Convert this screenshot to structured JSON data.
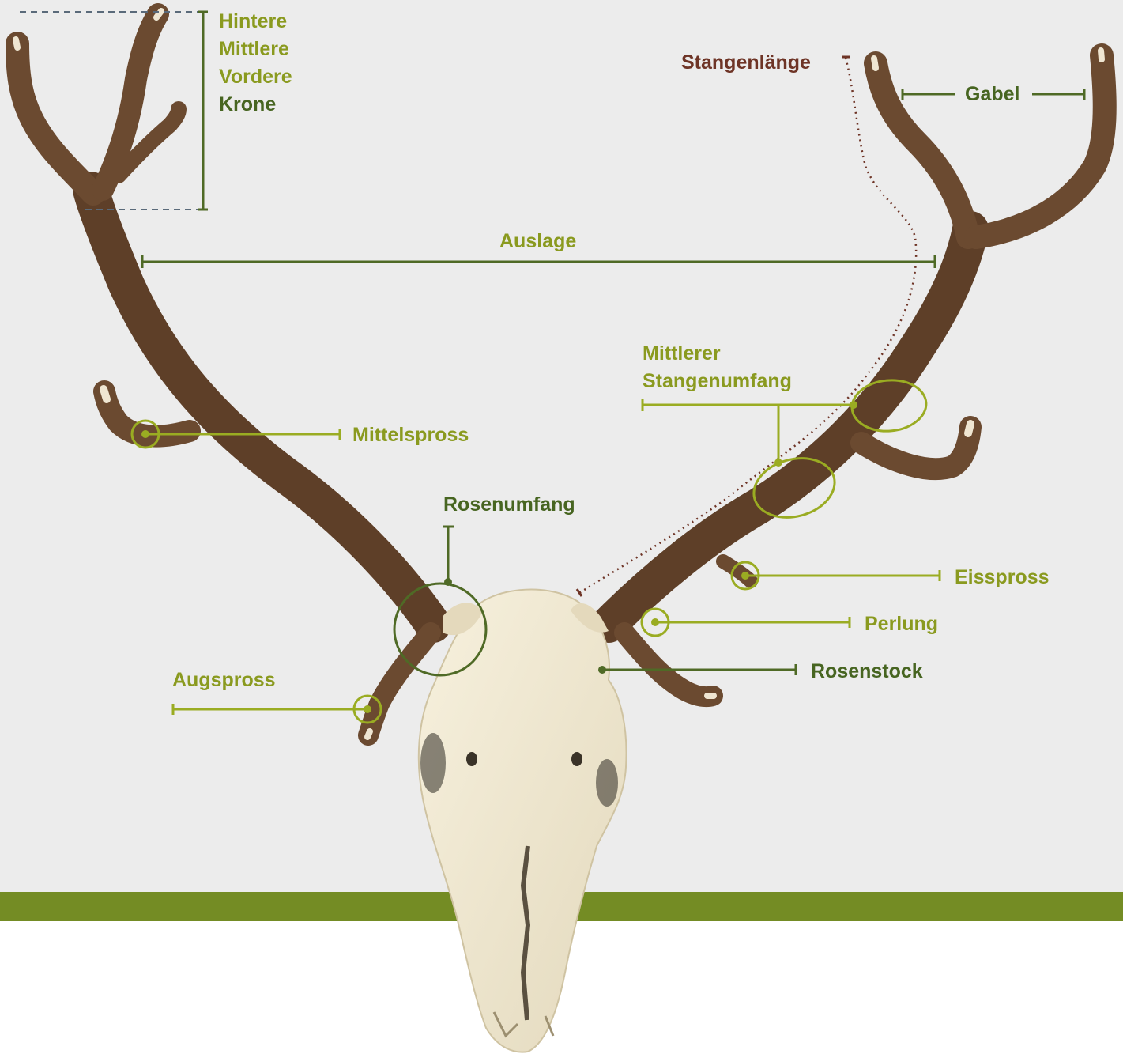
{
  "colors": {
    "background": "#ececec",
    "band": "#748c24",
    "olive": "#9aac22",
    "dark_green": "#4f6a26",
    "brown": "#6e3426",
    "antler": "#6b4a30",
    "bone": "#efe8d2"
  },
  "labels": {
    "hintere": "Hintere",
    "mittlere": "Mittlere",
    "vordere": "Vordere",
    "krone": "Krone",
    "stangenlaenge": "Stangenlänge",
    "gabel": "Gabel",
    "auslage": "Auslage",
    "mittlerer": "Mittlerer",
    "stangenumfang": "Stangenumfang",
    "mittelspross": "Mittelspross",
    "rosenumfang": "Rosenumfang",
    "eisspross": "Eisspross",
    "perlung": "Perlung",
    "rosenstock": "Rosenstock",
    "augspross": "Augspross"
  }
}
